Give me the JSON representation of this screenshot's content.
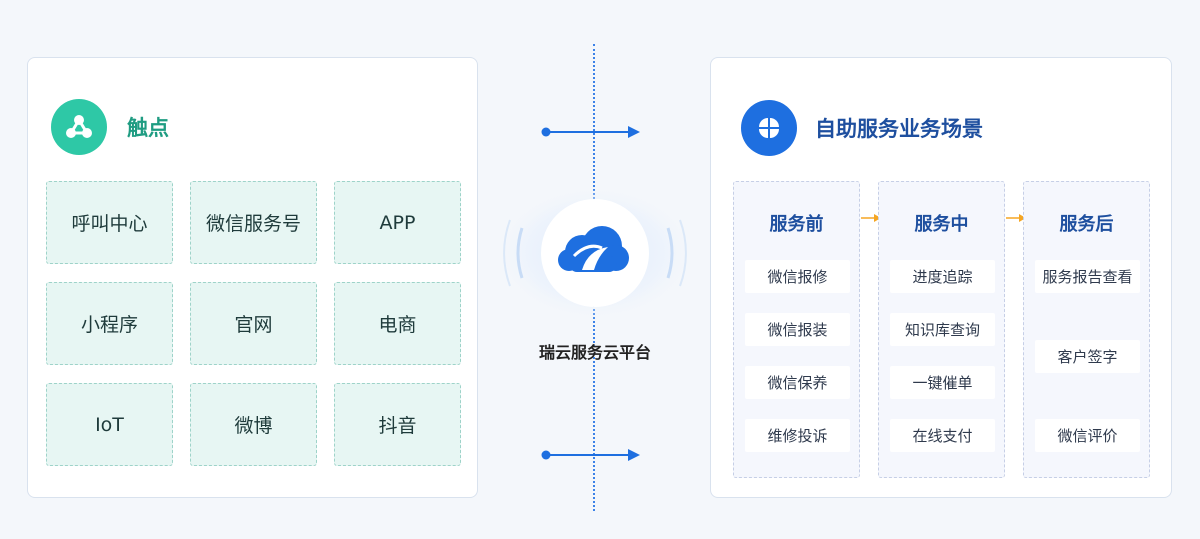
{
  "touchpoints": {
    "title": "触点",
    "items": [
      "呼叫中心",
      "微信服务号",
      "APP",
      "小程序",
      "官网",
      "电商",
      "IoT",
      "微博",
      "抖音"
    ]
  },
  "platform": {
    "label": "瑞云服务云平台"
  },
  "scenarios": {
    "title": "自助服务业务场景",
    "columns": [
      {
        "title": "服务前",
        "items": [
          "微信报修",
          "微信报装",
          "微信保养",
          "维修投诉"
        ]
      },
      {
        "title": "服务中",
        "items": [
          "进度追踪",
          "知识库查询",
          "一键催单",
          "在线支付"
        ]
      },
      {
        "title": "服务后",
        "items": [
          "服务报告查看",
          "客户签字",
          "微信评价"
        ]
      }
    ]
  },
  "colors": {
    "teal": "#2ec8a6",
    "teal_title": "#1f9c82",
    "blue": "#1e6fe0",
    "blue_title": "#1e4f9f",
    "orange_arrow": "#f5a623"
  },
  "icons": {
    "touchpoint": "share-nodes-icon",
    "scenario": "four-petal-icon",
    "platform": "cloud-logo-icon"
  }
}
